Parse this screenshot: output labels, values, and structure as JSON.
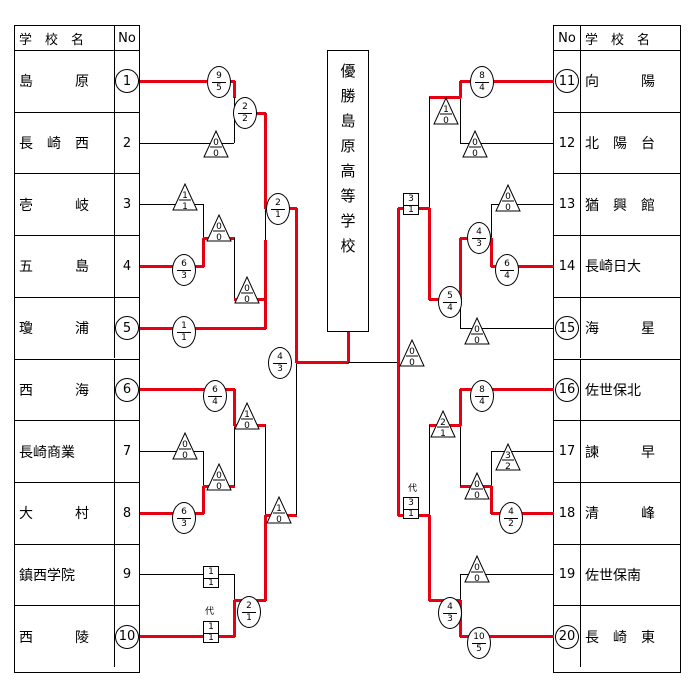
{
  "left_header": {
    "name": "学　校　名",
    "no": "No"
  },
  "right_header": {
    "no": "No",
    "name": "学　校　名"
  },
  "left_teams": [
    {
      "no": "1",
      "name": "島　　　原",
      "winner": true
    },
    {
      "no": "2",
      "name": "長　崎　西",
      "winner": false
    },
    {
      "no": "3",
      "name": "壱　　　岐",
      "winner": false
    },
    {
      "no": "4",
      "name": "五　　　島",
      "winner": false
    },
    {
      "no": "5",
      "name": "瓊　　　浦",
      "winner": true
    },
    {
      "no": "6",
      "name": "西　　　海",
      "winner": true
    },
    {
      "no": "7",
      "name": "長崎商業",
      "winner": false
    },
    {
      "no": "8",
      "name": "大　　　村",
      "winner": false
    },
    {
      "no": "9",
      "name": "鎮西学院",
      "winner": false
    },
    {
      "no": "10",
      "name": "西　　　陵",
      "winner": true
    }
  ],
  "right_teams": [
    {
      "no": "11",
      "name": "向　　　陽",
      "winner": true
    },
    {
      "no": "12",
      "name": "北　陽　台",
      "winner": false
    },
    {
      "no": "13",
      "name": "猶　興　館",
      "winner": false
    },
    {
      "no": "14",
      "name": "長崎日大",
      "winner": false
    },
    {
      "no": "15",
      "name": "海　　　星",
      "winner": true
    },
    {
      "no": "16",
      "name": "佐世保北",
      "winner": true
    },
    {
      "no": "17",
      "name": "諫　　　早",
      "winner": false
    },
    {
      "no": "18",
      "name": "清　　　峰",
      "winner": false
    },
    {
      "no": "19",
      "name": "佐世保南",
      "winner": false
    },
    {
      "no": "20",
      "name": "長　崎　東",
      "winner": true
    }
  ],
  "champion": {
    "chars": [
      "優",
      "勝",
      "島",
      "原",
      "高",
      "等",
      "学",
      "校"
    ]
  },
  "scores": [
    {
      "shape": "circle",
      "top": "9",
      "bottom": "5"
    },
    {
      "shape": "circle",
      "top": "2",
      "bottom": "2"
    },
    {
      "shape": "tri",
      "top": "0",
      "bottom": "0"
    },
    {
      "shape": "circle",
      "top": "2",
      "bottom": "1"
    },
    {
      "shape": "tri",
      "top": "1",
      "bottom": "1"
    },
    {
      "shape": "tri",
      "top": "0",
      "bottom": "0"
    },
    {
      "shape": "circle",
      "top": "6",
      "bottom": "3"
    },
    {
      "shape": "tri",
      "top": "0",
      "bottom": "0"
    },
    {
      "shape": "circle",
      "top": "1",
      "bottom": "1"
    },
    {
      "shape": "circle",
      "top": "4",
      "bottom": "3"
    },
    {
      "shape": "circle",
      "top": "6",
      "bottom": "4"
    },
    {
      "shape": "tri",
      "top": "1",
      "bottom": "0"
    },
    {
      "shape": "tri",
      "top": "0",
      "bottom": "0"
    },
    {
      "shape": "tri",
      "top": "0",
      "bottom": "0"
    },
    {
      "shape": "circle",
      "top": "6",
      "bottom": "3"
    },
    {
      "shape": "tri",
      "top": "1",
      "bottom": "0"
    },
    {
      "shape": "box",
      "top": "1",
      "bottom": "1"
    },
    {
      "shape": "circle",
      "top": "2",
      "bottom": "1"
    },
    {
      "shape": "box",
      "top": "1",
      "bottom": "1"
    },
    {
      "shape": "circle",
      "top": "8",
      "bottom": "4"
    },
    {
      "shape": "tri",
      "top": "1",
      "bottom": "0"
    },
    {
      "shape": "tri",
      "top": "0",
      "bottom": "0"
    },
    {
      "shape": "box",
      "top": "3",
      "bottom": "1"
    },
    {
      "shape": "tri",
      "top": "0",
      "bottom": "0"
    },
    {
      "shape": "circle",
      "top": "4",
      "bottom": "3"
    },
    {
      "shape": "circle",
      "top": "6",
      "bottom": "4"
    },
    {
      "shape": "circle",
      "top": "5",
      "bottom": "4"
    },
    {
      "shape": "tri",
      "top": "0",
      "bottom": "0"
    },
    {
      "shape": "tri",
      "top": "0",
      "bottom": "0"
    },
    {
      "shape": "circle",
      "top": "8",
      "bottom": "4"
    },
    {
      "shape": "tri",
      "top": "2",
      "bottom": "1"
    },
    {
      "shape": "tri",
      "top": "3",
      "bottom": "2"
    },
    {
      "shape": "tri",
      "top": "0",
      "bottom": "0"
    },
    {
      "shape": "circle",
      "top": "4",
      "bottom": "2"
    },
    {
      "shape": "box",
      "top": "3",
      "bottom": "1"
    },
    {
      "shape": "tri",
      "top": "0",
      "bottom": "0"
    },
    {
      "shape": "circle",
      "top": "4",
      "bottom": "3"
    },
    {
      "shape": "circle",
      "top": "10",
      "bottom": "5"
    }
  ],
  "notes": {
    "daisho": "代"
  },
  "colors": {
    "winner_line": "#e60012",
    "line": "#000000"
  }
}
